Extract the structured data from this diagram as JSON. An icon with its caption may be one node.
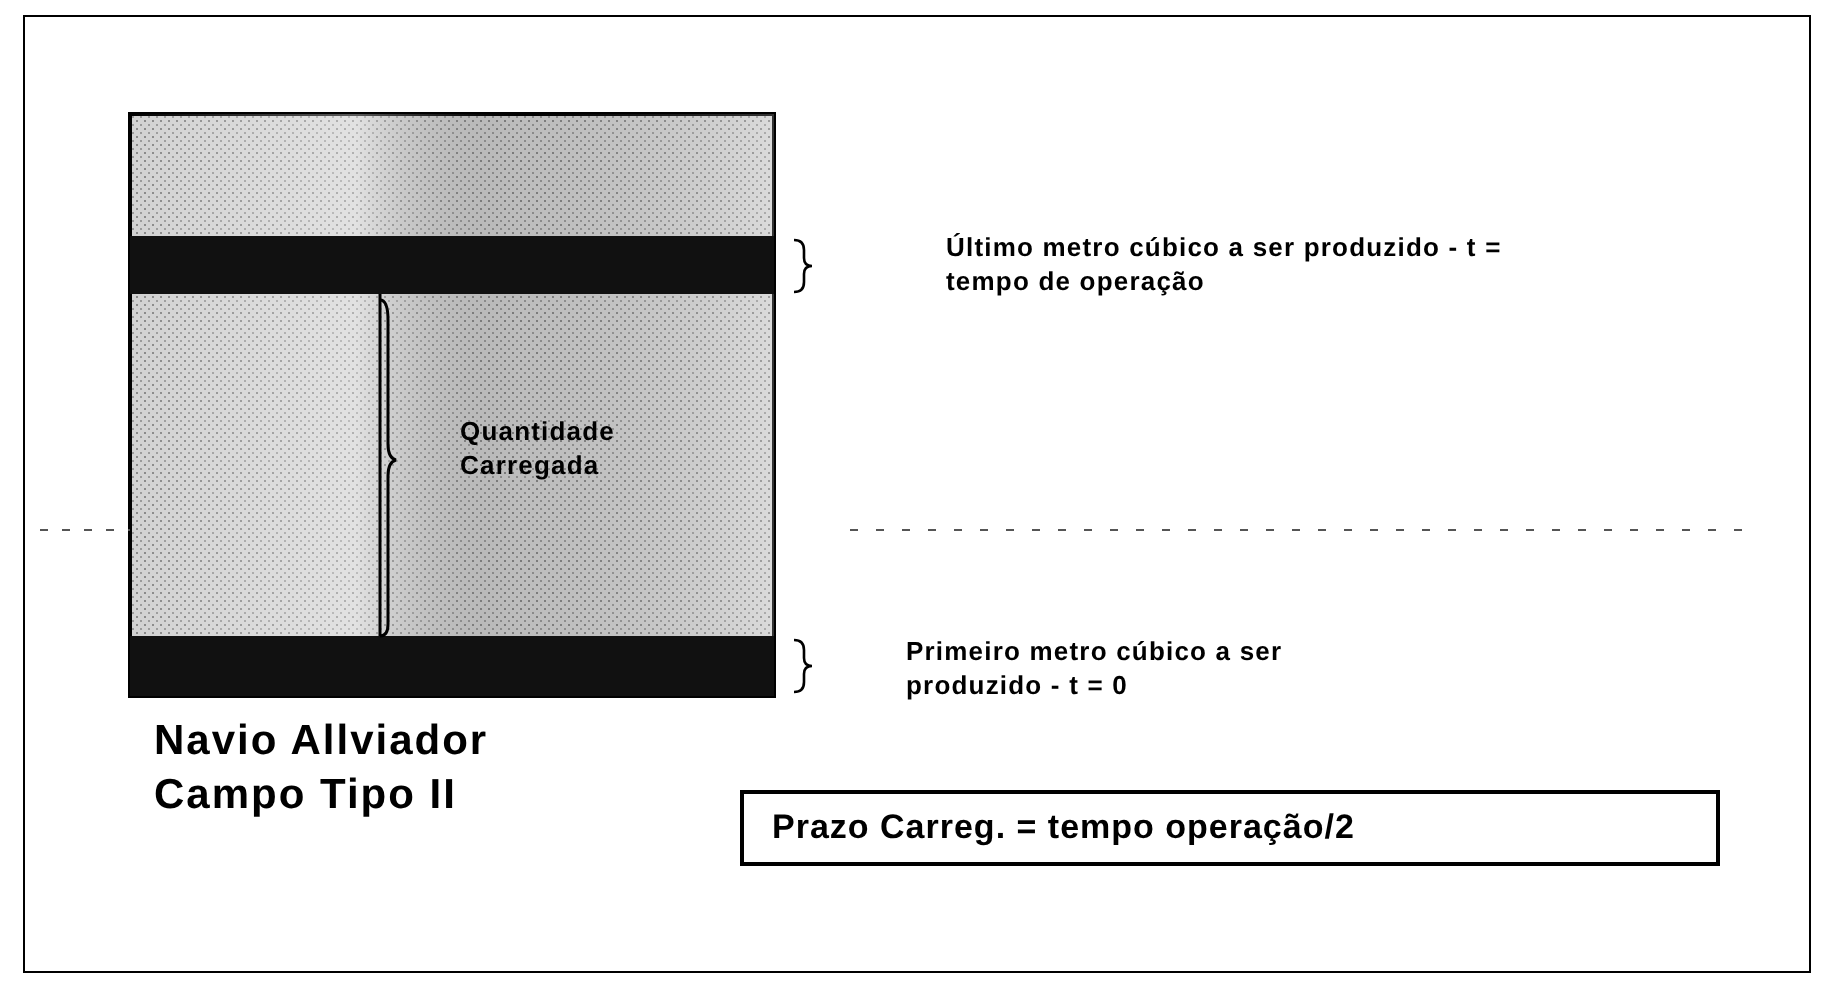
{
  "diagram": {
    "nodes": [
      {
        "text": [
          "Prazo Carreg. = tempo operação/2"
        ]
      }
    ],
    "labels": [
      "Último metro cúbico a ser produzido - t = tempo de operação",
      "Quantidade Carregada",
      "Primeiro metro cúbico a ser produzido - t = 0",
      "Navio Allviador Campo Tipo II"
    ]
  }
}
